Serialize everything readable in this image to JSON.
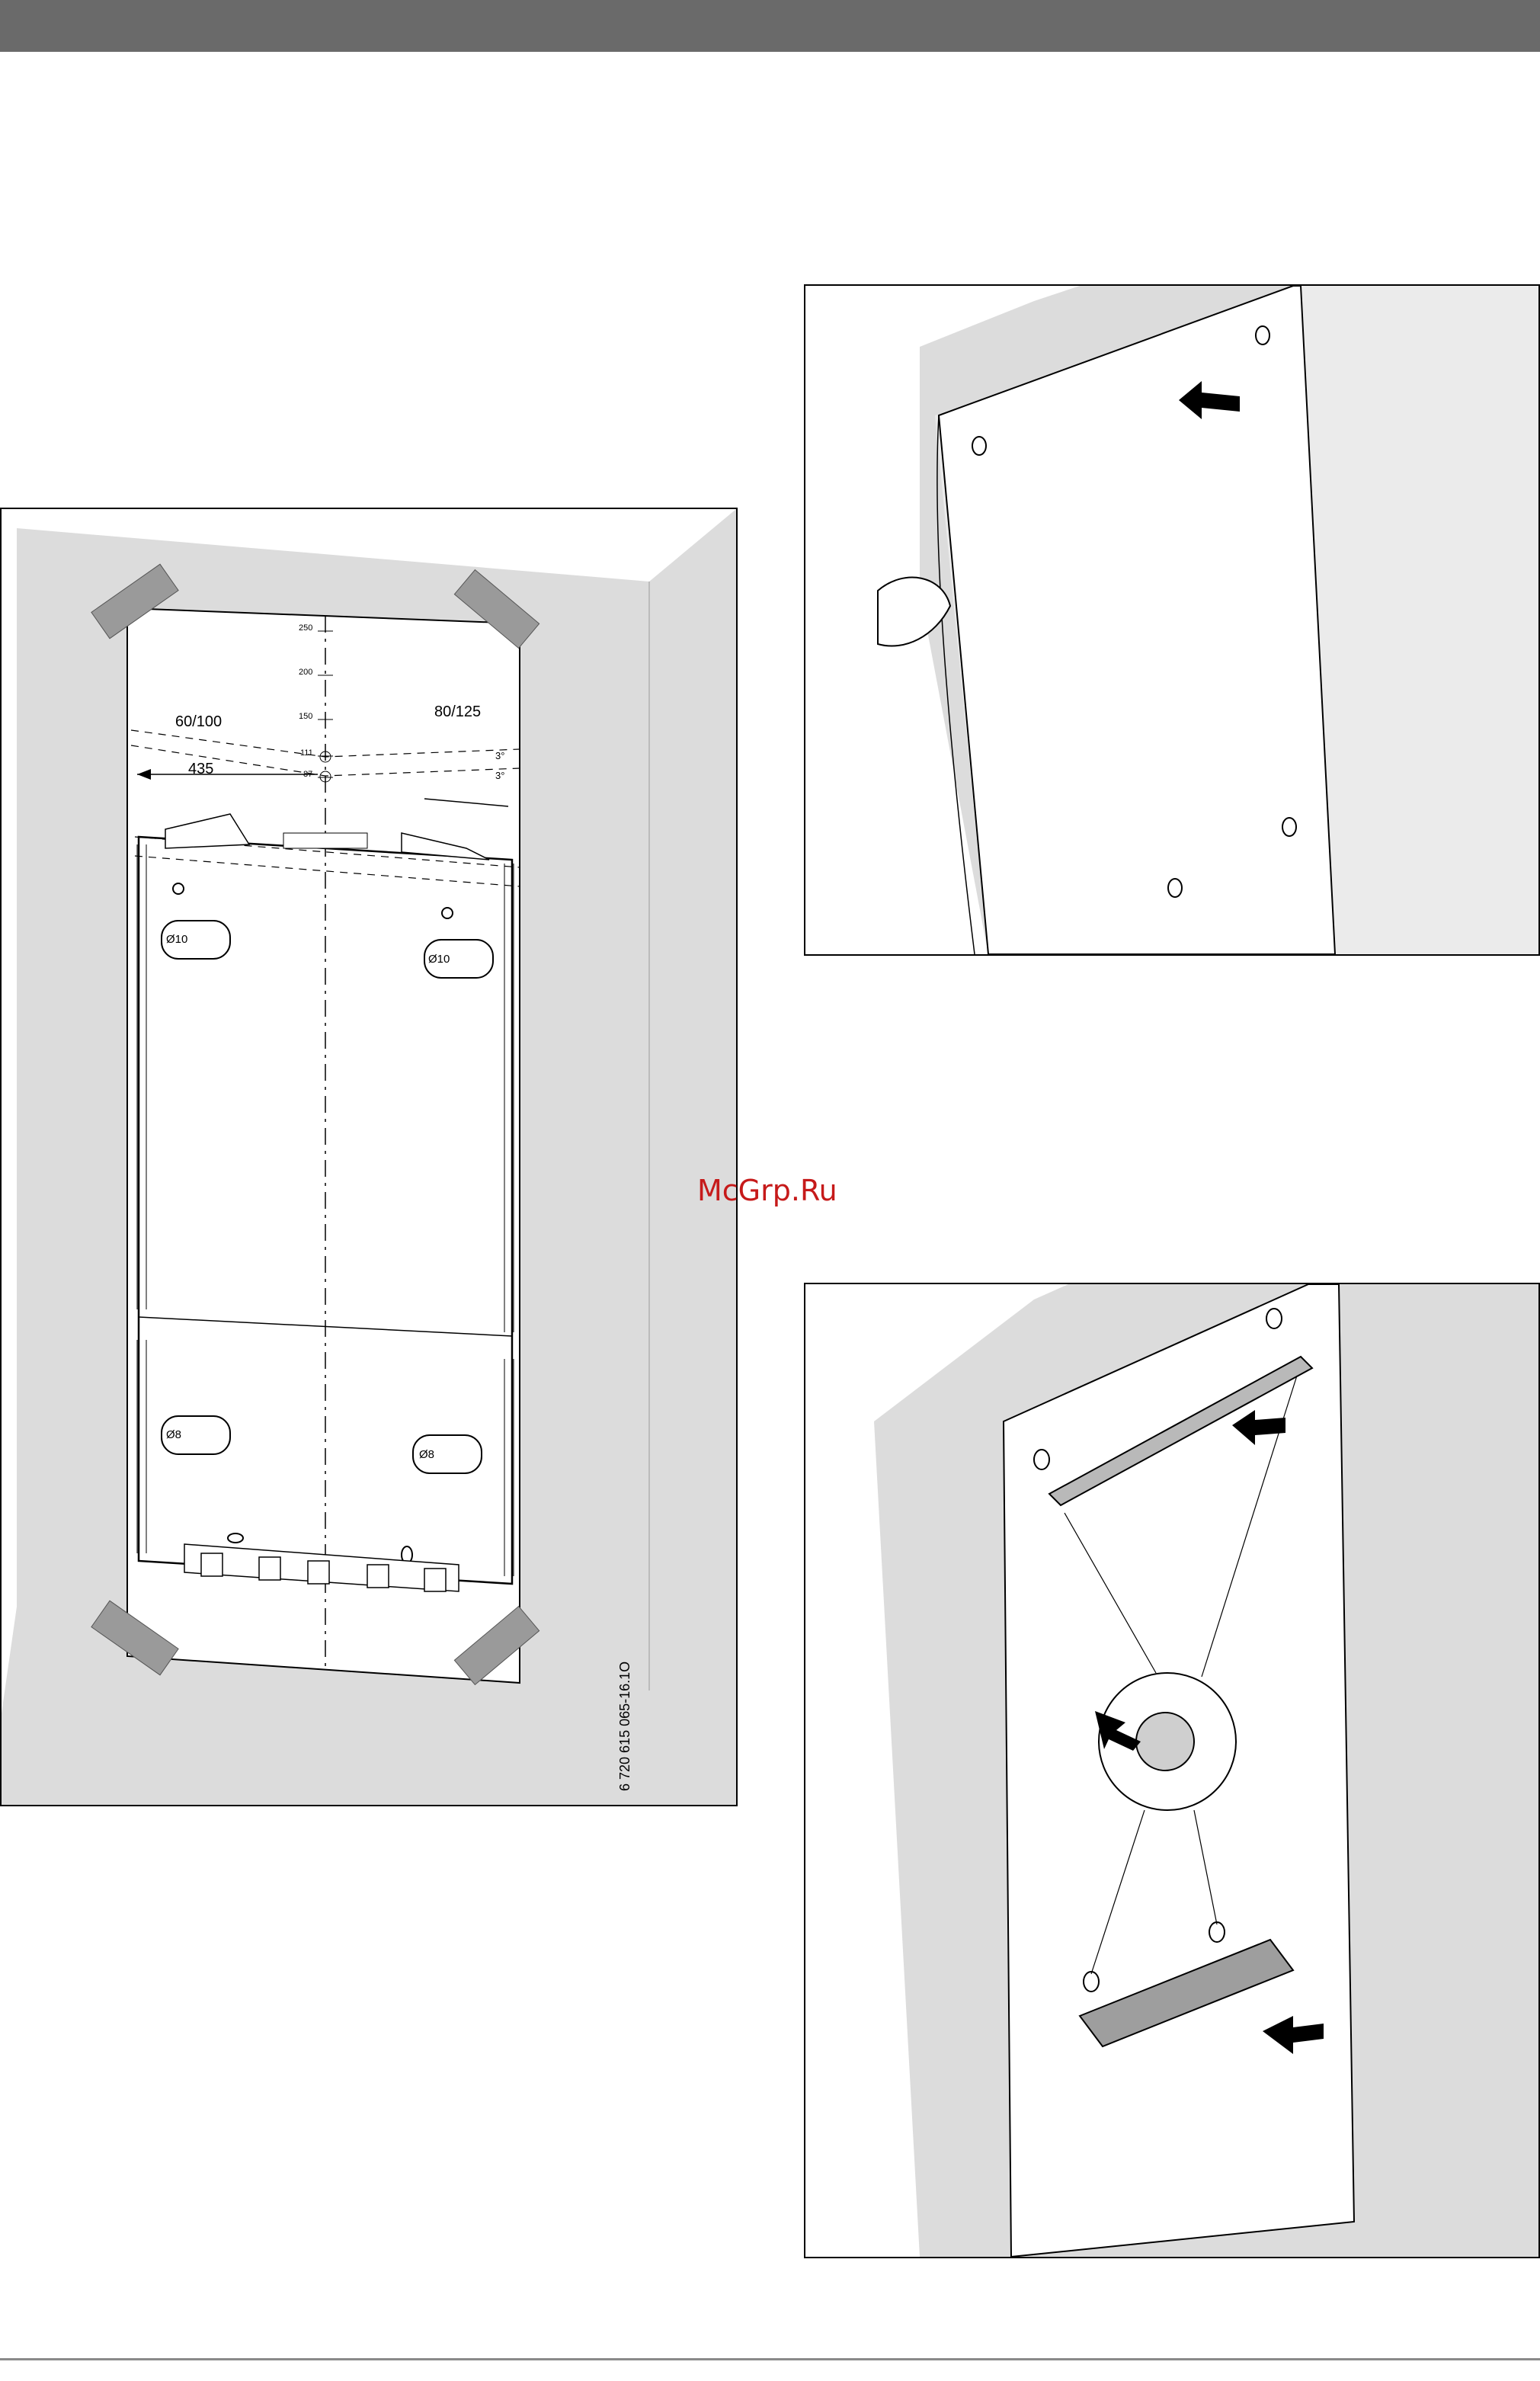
{
  "watermark": "McGrp.Ru",
  "figure_left": {
    "dimension_width": "435",
    "flue_label_left": "60/100",
    "flue_label_right": "80/125",
    "scale_ticks": [
      "250",
      "200",
      "150",
      "111",
      "87"
    ],
    "angle_top": "3°",
    "angle_bottom": "3°",
    "drill_top_left": "Ø10",
    "drill_top_right": "Ø10",
    "drill_bottom_left": "Ø8",
    "drill_bottom_right": "Ø8",
    "document_code": "6 720 615 065-16.1O"
  },
  "colors": {
    "top_bar": "#6a6a6a",
    "wall": "#dcdcdc",
    "watermark": "#c61a1a"
  }
}
